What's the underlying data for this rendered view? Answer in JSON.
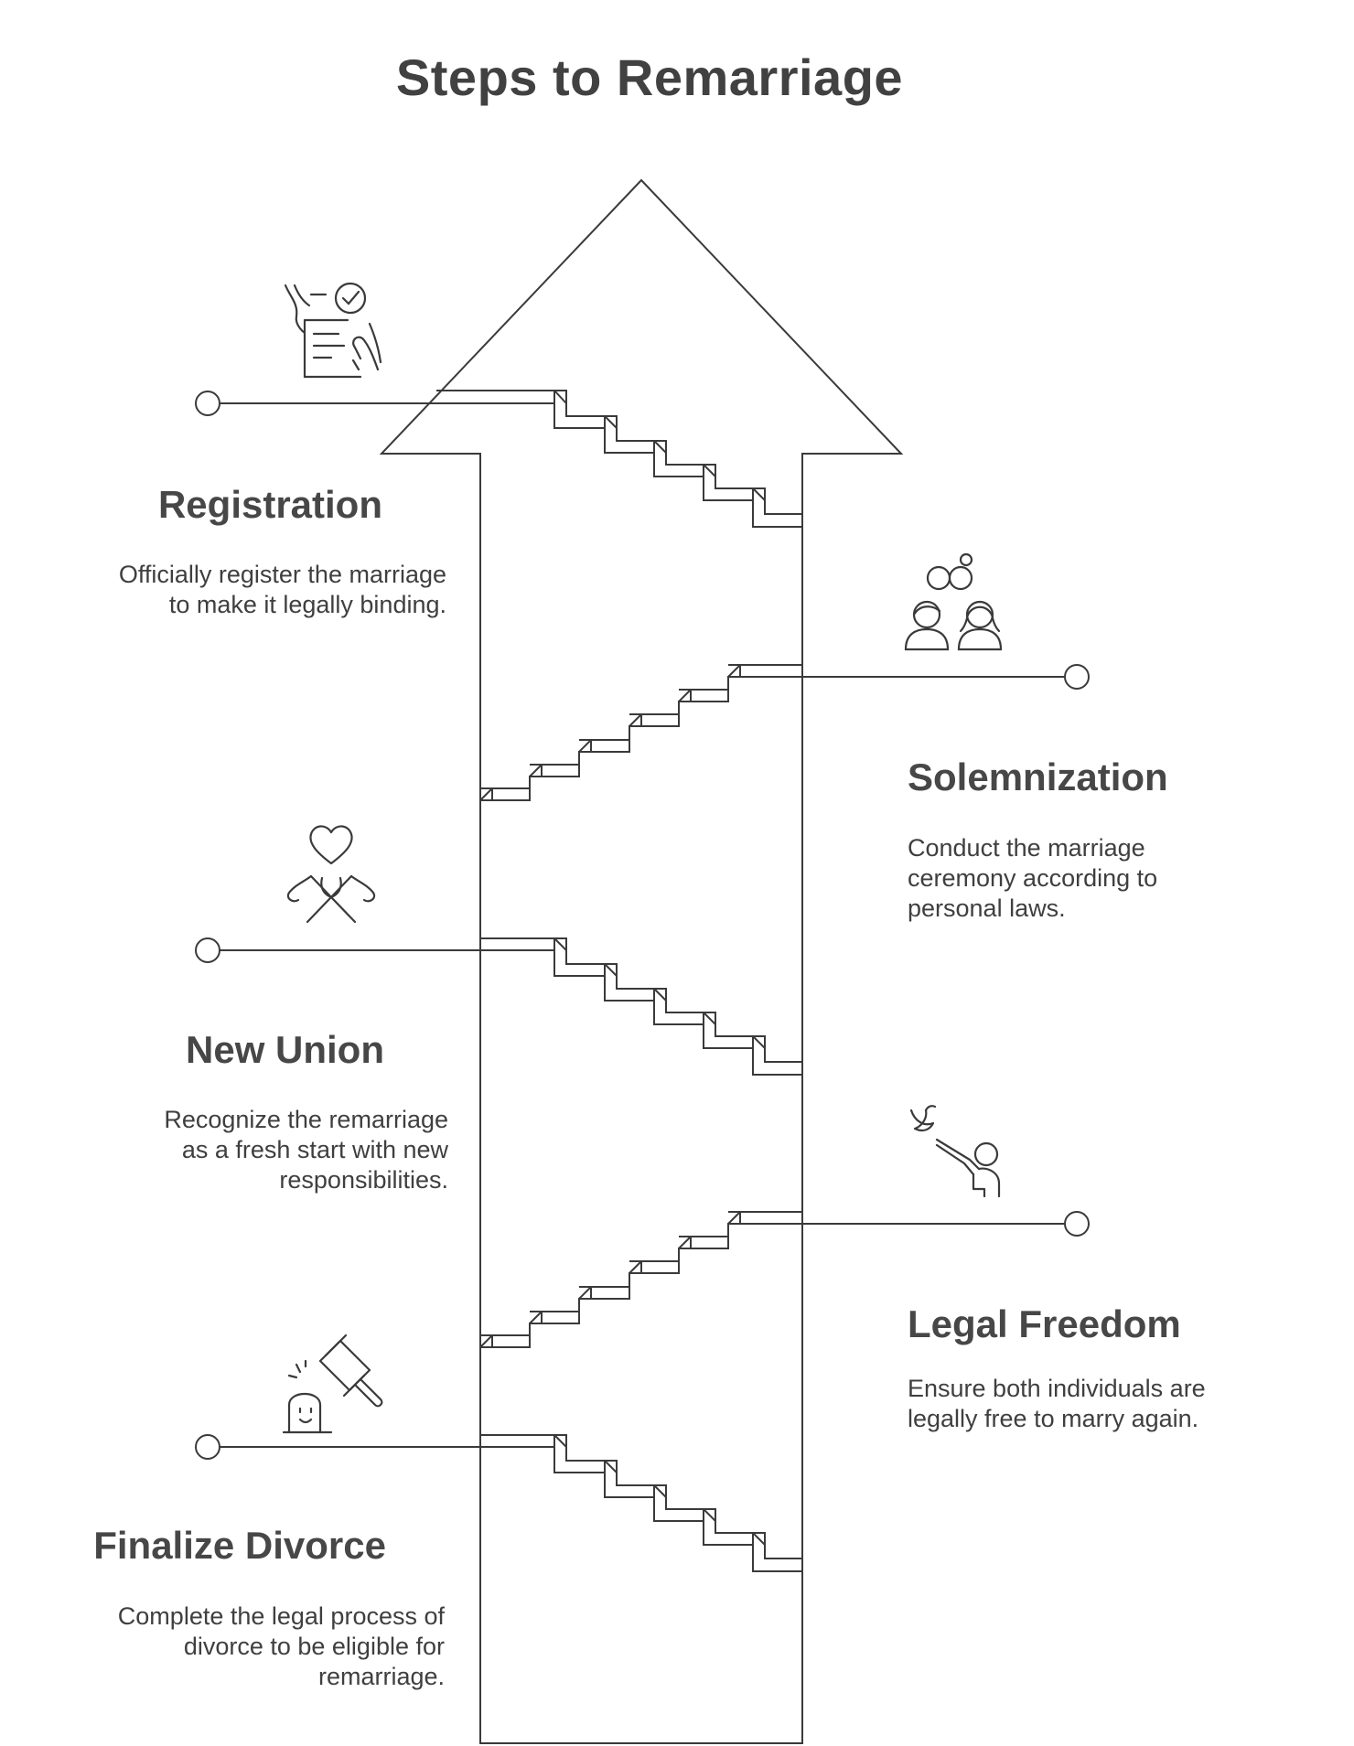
{
  "title": "Steps to Remarriage",
  "steps": [
    {
      "id": "registration",
      "title": "Registration",
      "description": "Officially register the marriage to make it legally binding.",
      "icon": "signed-document-icon"
    },
    {
      "id": "solemnization",
      "title": "Solemnization",
      "description": "Conduct the marriage ceremony according to personal laws.",
      "icon": "couple-rings-icon"
    },
    {
      "id": "new-union",
      "title": "New Union",
      "description": "Recognize the remarriage as a fresh start with new responsibilities.",
      "icon": "heart-hands-icon"
    },
    {
      "id": "legal-freedom",
      "title": "Legal Freedom",
      "description": "Ensure both individuals are legally free to marry again.",
      "icon": "person-releasing-dove-icon"
    },
    {
      "id": "finalize-divorce",
      "title": "Finalize Divorce",
      "description": "Complete the legal process of divorce to be eligible for remarriage.",
      "icon": "gavel-icon"
    }
  ],
  "colors": {
    "stroke": "#3a3a3a",
    "text": "#3f3f3f",
    "background": "#ffffff"
  }
}
